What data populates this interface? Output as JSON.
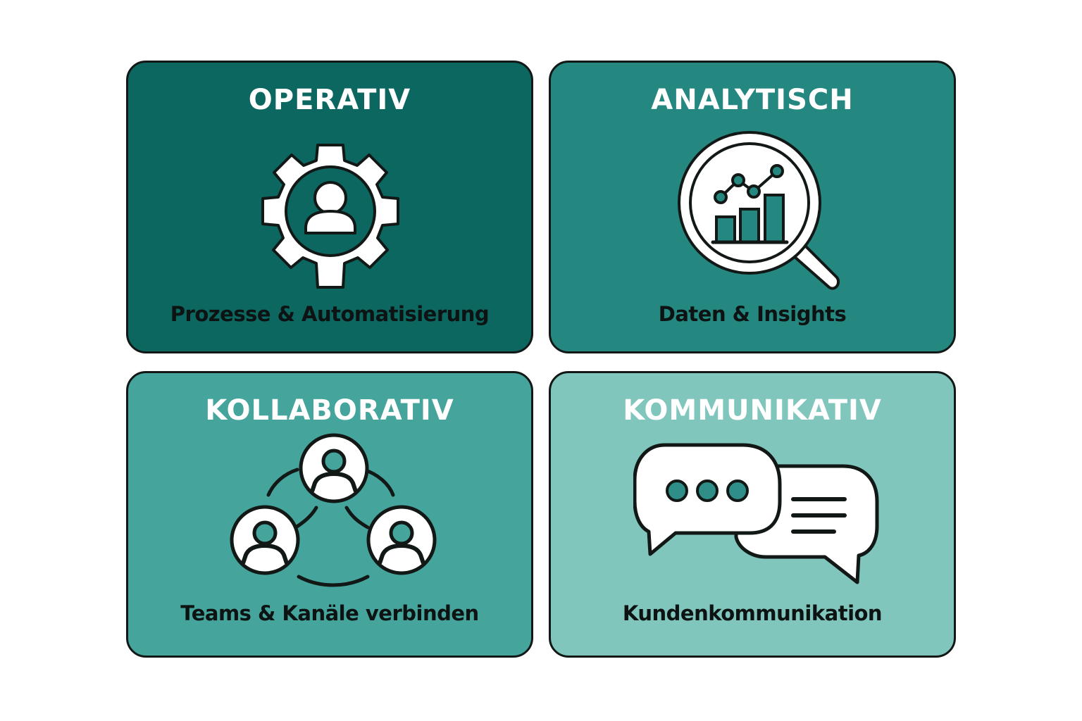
{
  "quadrants": [
    {
      "title": "OPERATIV",
      "subtitle": "Prozesse & Automatisierung",
      "icon": "gear-user-icon",
      "color": "#0b6760"
    },
    {
      "title": "ANALYTISCH",
      "subtitle": "Daten & Insights",
      "icon": "magnifier-chart-icon",
      "color": "#258880"
    },
    {
      "title": "KOLLABORATIV",
      "subtitle": "Teams & Kanäle verbinden",
      "icon": "team-network-icon",
      "color": "#45a59c"
    },
    {
      "title": "KOMMUNIKATIV",
      "subtitle": "Kundenkommunikation",
      "icon": "chat-bubbles-icon",
      "color": "#80c6bd"
    }
  ],
  "palette": {
    "outline": "#111816",
    "icon_fill": "#ffffff",
    "title_text": "#ffffff",
    "subtitle_text": "#0d1312"
  }
}
